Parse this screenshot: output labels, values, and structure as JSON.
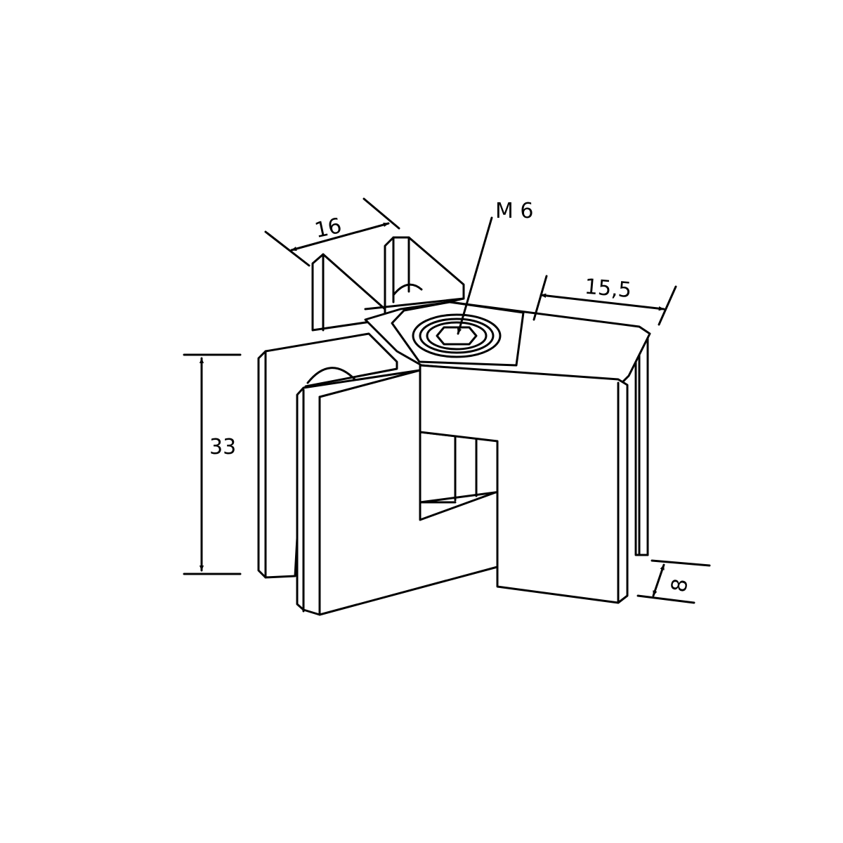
{
  "dimensions": {
    "width_top_left": "16",
    "width_top_right": "15,5",
    "height": "33",
    "thickness": "8",
    "thread": "M 6"
  }
}
